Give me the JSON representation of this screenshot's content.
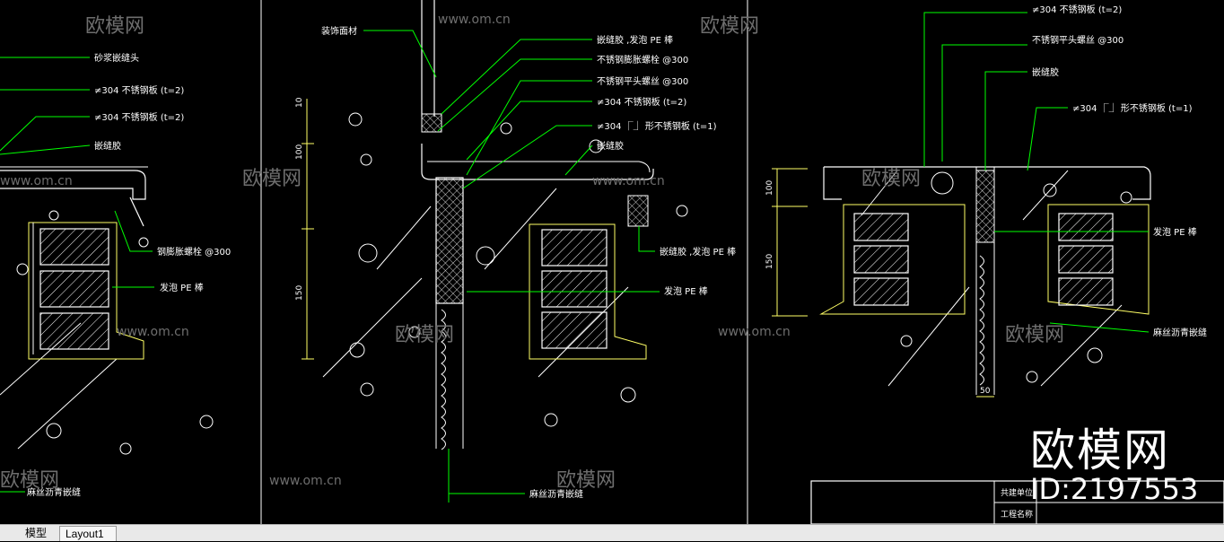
{
  "colors": {
    "background": "#000000",
    "line_white": "#ffffff",
    "leader_green": "#00ff00",
    "accent_yellow": "#ffff66",
    "watermark": "#6e6e6e",
    "tabbar": "#e9e9e9"
  },
  "watermarks": {
    "logo_text": "欧模网",
    "url_text": "www.om.cn",
    "big_logo": "欧模网",
    "id_text": "ID:2197553"
  },
  "labels": {
    "left": {
      "l1": "砂浆嵌缝头",
      "l2": "≠304 不锈钢板 (t=2)",
      "l3": "≠304 不锈钢板 (t=2)",
      "l4": "嵌缝胶",
      "l5": "钢膨胀螺栓 @300",
      "l6": "发泡 PE 棒",
      "l7": "麻丝沥青嵌缝"
    },
    "mid": {
      "m0": "装饰面材",
      "m1": "嵌缝胶 ,发泡 PE 棒",
      "m2": "不锈钢膨胀螺栓 @300",
      "m3": "不锈钢平头螺丝 @300",
      "m4": "≠304 不锈钢板 (t=2)",
      "m5": "≠304 ⎾⏌ 形不锈钢板 (t=1)",
      "m6": "嵌缝胶",
      "m7": "嵌缝胶 ,发泡 PE 棒",
      "m8": "发泡 PE 棒",
      "m9": "麻丝沥青嵌缝"
    },
    "right": {
      "r1": "≠304 不锈钢板 (t=2)",
      "r2": "不锈钢平头螺丝 @300",
      "r3": "嵌缝胶",
      "r4": "≠304 ⎾⏌ 形不锈钢板 (t=1)",
      "r5": "发泡 PE 棒",
      "r6": "麻丝沥青嵌缝"
    }
  },
  "dimensions": {
    "mid_d1": "10",
    "mid_d2": "100",
    "mid_d3": "150",
    "right_d1": "100",
    "right_d2": "150",
    "right_d3": "50"
  },
  "title_block": {
    "row1": "共建单位",
    "row2": "工程名称"
  },
  "tabs": {
    "model": "模型",
    "layout1": "Layout1"
  }
}
